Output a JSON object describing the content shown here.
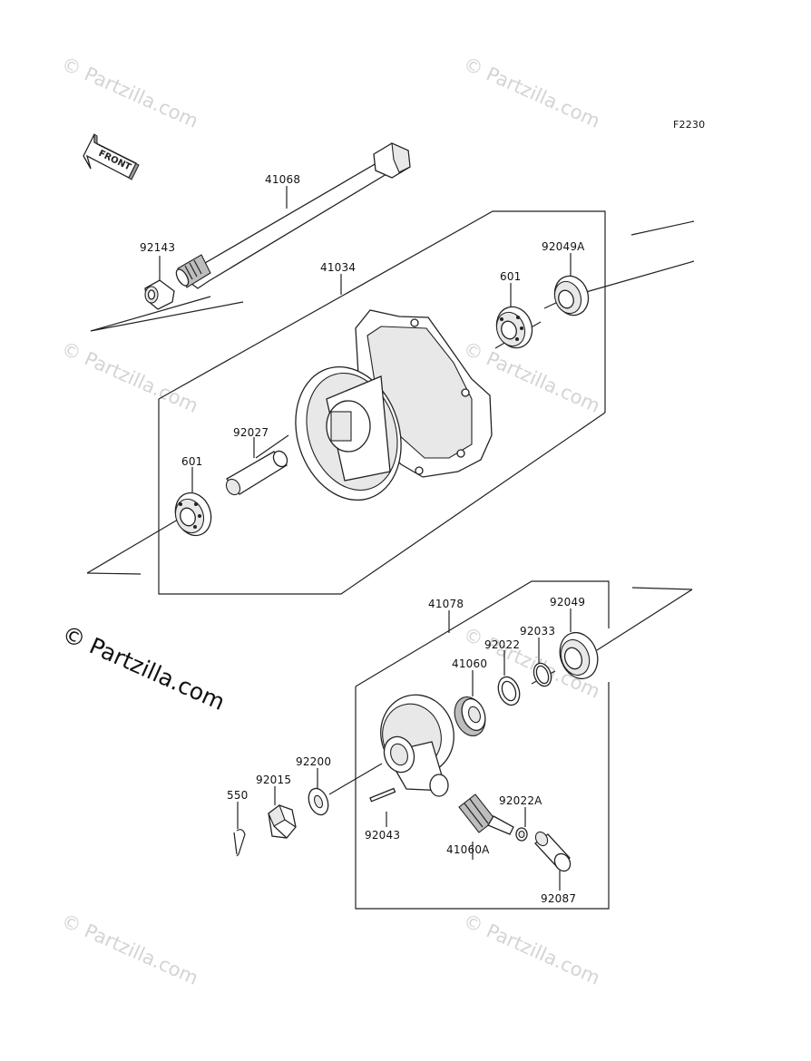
{
  "diagram": {
    "code": "F2230",
    "front_label": "FRONT",
    "watermark": "© Partzilla.com",
    "copyright": "© Partzilla.com",
    "parts": [
      {
        "id": "p41068",
        "number": "41068"
      },
      {
        "id": "p92143",
        "number": "92143"
      },
      {
        "id": "p41034",
        "number": "41034"
      },
      {
        "id": "p601a",
        "number": "601"
      },
      {
        "id": "p92049a",
        "number": "92049A"
      },
      {
        "id": "p92027",
        "number": "92027"
      },
      {
        "id": "p601b",
        "number": "601"
      },
      {
        "id": "p41078",
        "number": "41078"
      },
      {
        "id": "p92049",
        "number": "92049"
      },
      {
        "id": "p92033",
        "number": "92033"
      },
      {
        "id": "p92022",
        "number": "92022"
      },
      {
        "id": "p41060",
        "number": "41060"
      },
      {
        "id": "p92200",
        "number": "92200"
      },
      {
        "id": "p92015",
        "number": "92015"
      },
      {
        "id": "p550",
        "number": "550"
      },
      {
        "id": "p92022a",
        "number": "92022A"
      },
      {
        "id": "p92043",
        "number": "92043"
      },
      {
        "id": "p41060a",
        "number": "41060A"
      },
      {
        "id": "p92087",
        "number": "92087"
      }
    ]
  }
}
